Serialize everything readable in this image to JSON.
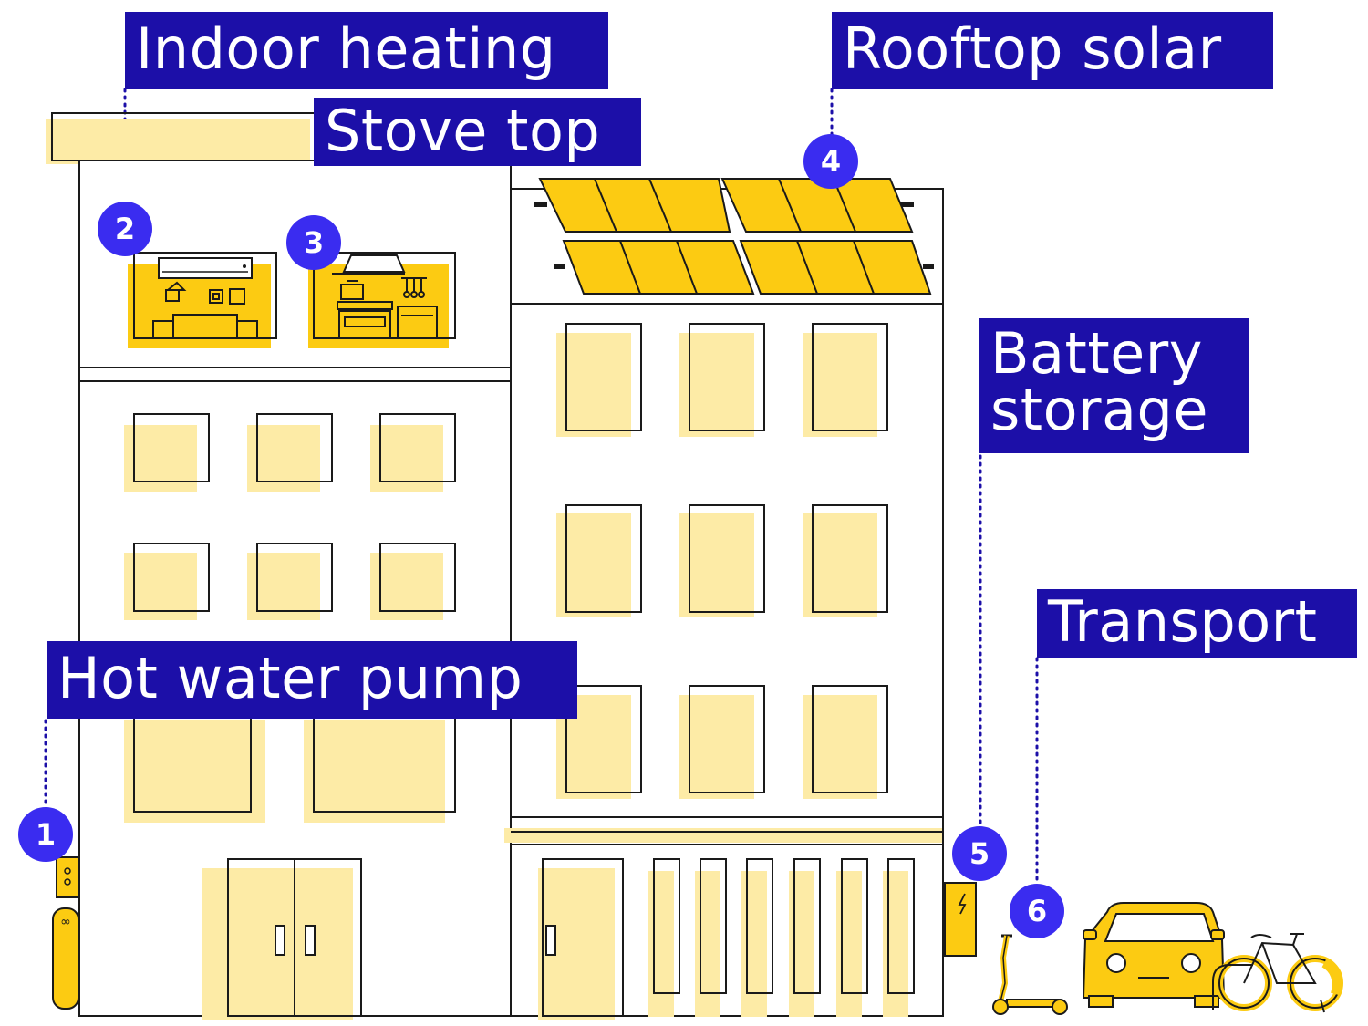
{
  "colors": {
    "label_bg": "#1c0fa8",
    "badge_bg": "#3a2cf0",
    "yellow": "#fccb12",
    "pale_yellow": "#fdeba6",
    "outline": "#1a1a1a",
    "leader_line": "#1c0fa8"
  },
  "callouts": [
    {
      "number": "1",
      "label": "Hot water pump",
      "icon": "hot-water-tank-icon"
    },
    {
      "number": "2",
      "label": "Indoor heating",
      "icon": "air-conditioner-icon"
    },
    {
      "number": "3",
      "label": "Stove top",
      "icon": "kitchen-stove-icon"
    },
    {
      "number": "4",
      "label": "Rooftop solar",
      "icon": "solar-panel-icon"
    },
    {
      "number": "5",
      "label": "Battery storage",
      "label_lines": [
        "Battery",
        "storage"
      ],
      "icon": "battery-icon"
    },
    {
      "number": "6",
      "label": "Transport",
      "icon": "car-icon"
    }
  ],
  "transport_items": [
    "scooter-icon",
    "car-icon",
    "bicycle-icon"
  ]
}
